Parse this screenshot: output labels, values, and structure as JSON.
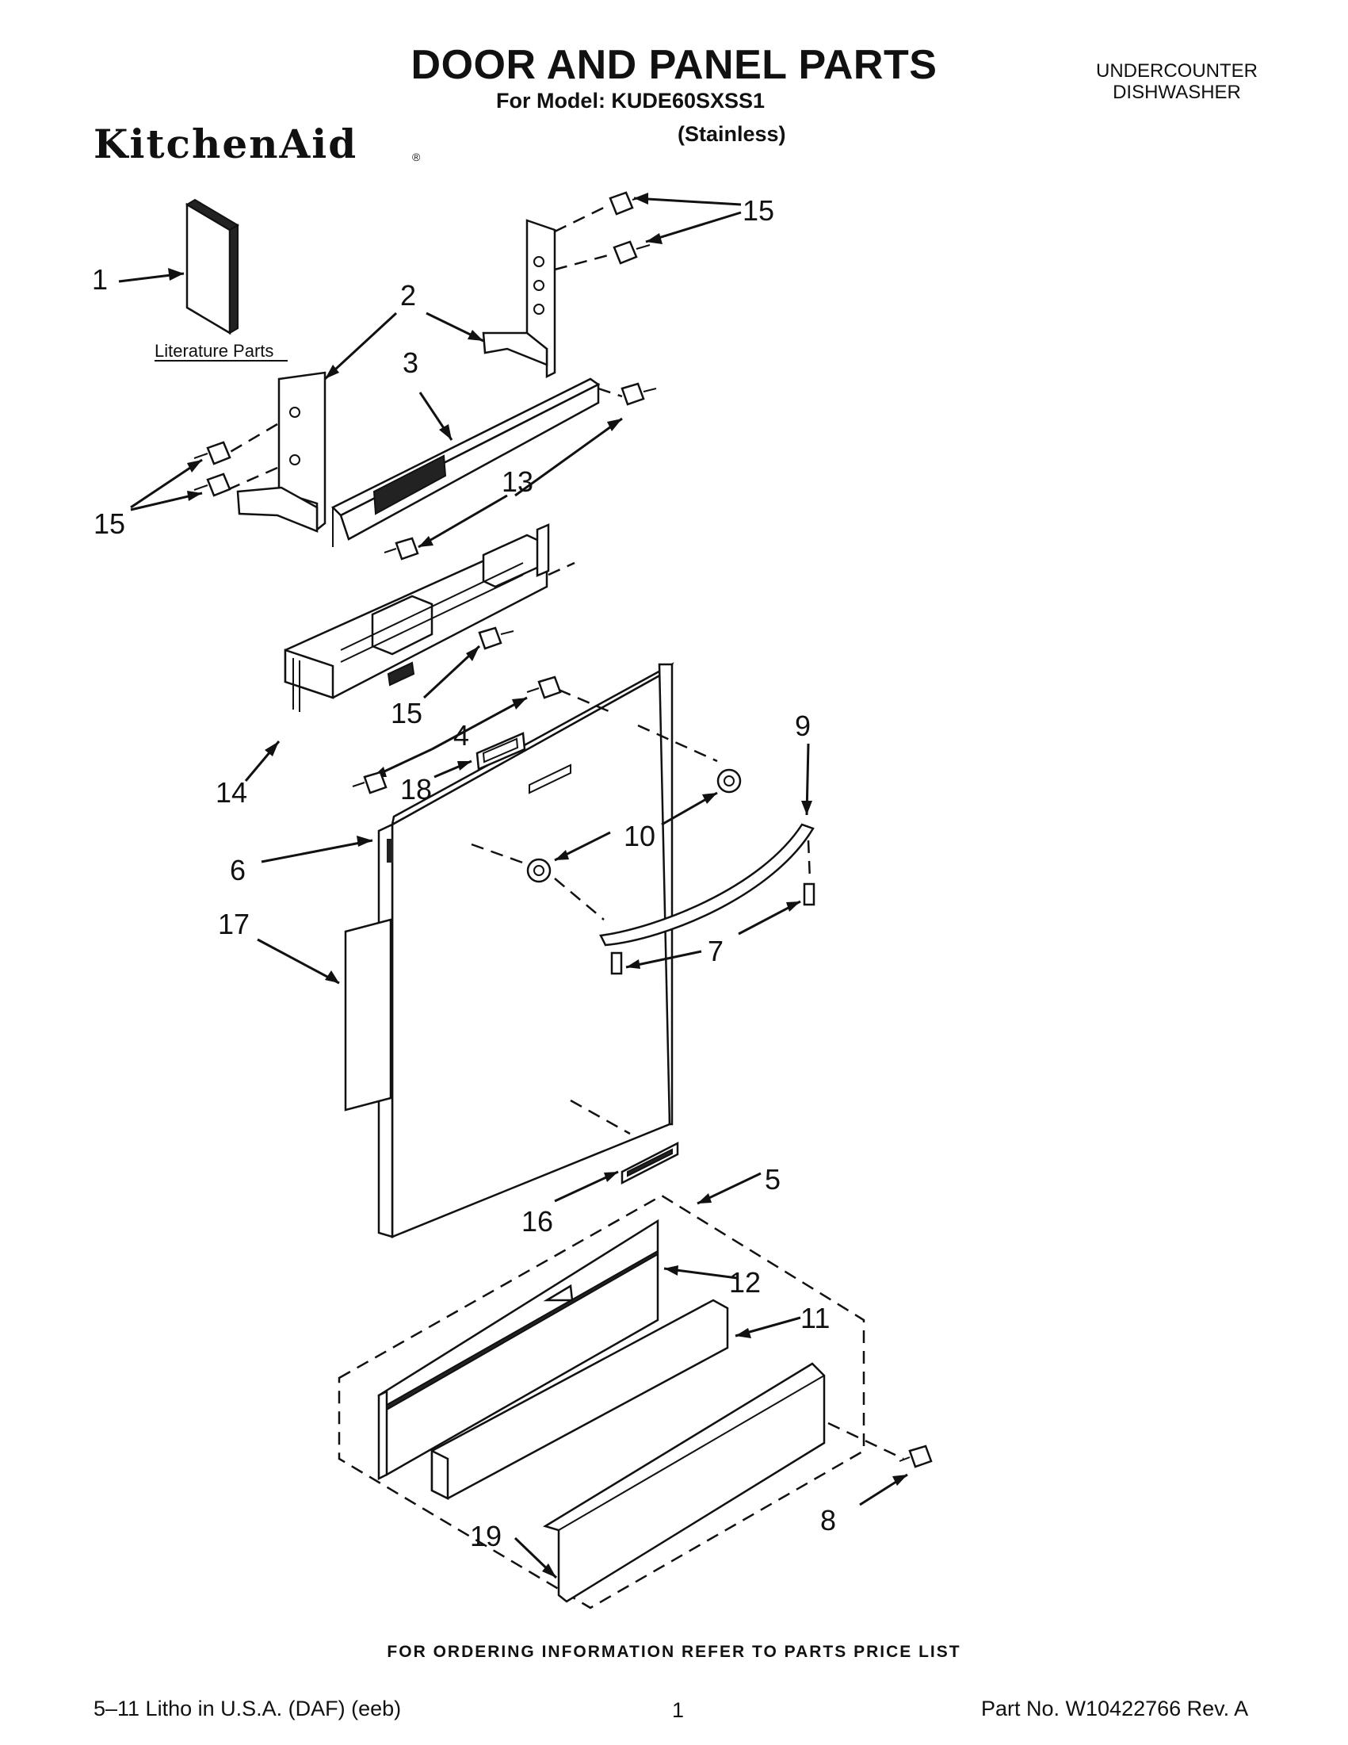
{
  "header": {
    "title": "DOOR AND PANEL PARTS",
    "model_line": "For Model: KUDE60SXSS1",
    "finish": "(Stainless)",
    "appliance_line1": "UNDERCOUNTER",
    "appliance_line2": "DISHWASHER",
    "brand": "KitchenAid",
    "brand_mark": "®"
  },
  "diagram": {
    "literature_label": "Literature Parts",
    "callouts": {
      "c1": "1",
      "c2": "2",
      "c3": "3",
      "c4": "4",
      "c5": "5",
      "c6": "6",
      "c7": "7",
      "c8": "8",
      "c9": "9",
      "c10": "10",
      "c11": "11",
      "c12": "12",
      "c13": "13",
      "c14": "14",
      "c15a": "15",
      "c15b": "15",
      "c15c": "15",
      "c16": "16",
      "c17": "17",
      "c18": "18",
      "c19": "19"
    }
  },
  "footer": {
    "ordering_note": "FOR ORDERING INFORMATION REFER TO PARTS PRICE LIST",
    "print_info": "5–11 Litho in U.S.A. (DAF) (eeb)",
    "page_number": "1",
    "part_number": "Part No. W10422766 Rev. A"
  }
}
